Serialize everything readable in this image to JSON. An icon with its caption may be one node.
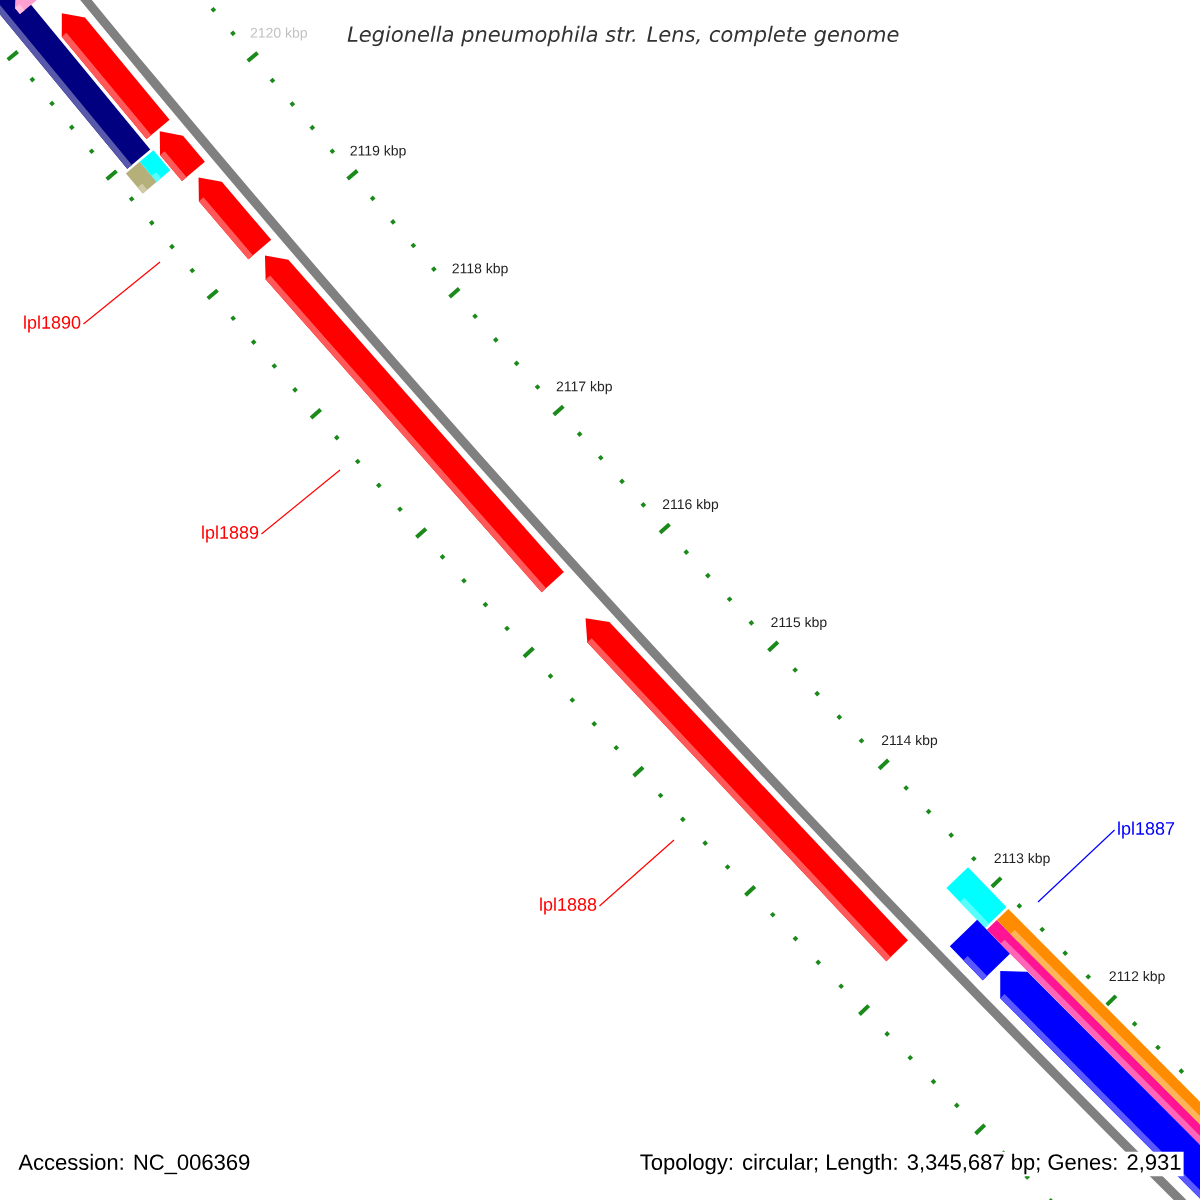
{
  "diagram": {
    "title": "Legionella pneumophila str. Lens, complete genome",
    "nodes": [
      {
        "text": [
          "lpl1890"
        ]
      },
      {
        "text": [
          "lpl1889"
        ]
      },
      {
        "text": [
          "lpl1888"
        ]
      },
      {
        "text": [
          "lpl1887"
        ]
      }
    ],
    "edges": [
      {
        "from": 0,
        "to": null,
        "arrow": "none"
      },
      {
        "from": 1,
        "to": null,
        "arrow": "none"
      },
      {
        "from": 2,
        "to": null,
        "arrow": "none"
      },
      {
        "from": 3,
        "to": null,
        "arrow": "none",
        "color": "#0000ff"
      }
    ],
    "labels": [
      "2120 kbp",
      "2119 kbp",
      "2118 kbp",
      "2117 kbp",
      "2116 kbp",
      "2115 kbp",
      "2114 kbp",
      "2113 kbp",
      "2112 kbp",
      "Accession: NC_006369",
      "Topology: circular; Length: 3,345,687 bp; Genes: 2,931"
    ]
  }
}
